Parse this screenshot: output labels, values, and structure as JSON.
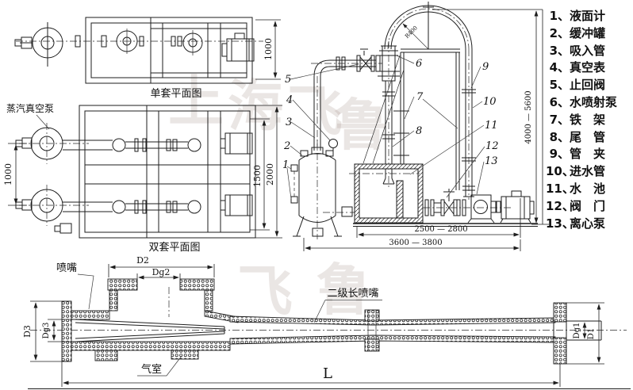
{
  "watermark": {
    "chars": [
      "上",
      "海",
      "飞",
      "鲁",
      "飞",
      "鲁"
    ]
  },
  "plan_single": {
    "title": "单套平面图",
    "dim_height": "1000"
  },
  "plan_double": {
    "title": "双套平面图",
    "equipment_label": "蒸汽真空泵",
    "dim_spacing": "1000",
    "dim_inner": "1500",
    "dim_outer": "2000"
  },
  "elevation": {
    "callouts": [
      "1",
      "2",
      "3",
      "4",
      "5",
      "6",
      "7",
      "8",
      "9",
      "10",
      "11",
      "12",
      "13"
    ],
    "radius_label": "R400",
    "dim_height": "4000 — 5600",
    "dim_width_inner": "2500 — 2800",
    "dim_width_outer": "3600 — 3800"
  },
  "nozzle_section": {
    "label_nozzle": "喷嘴",
    "label_second_stage": "二级长喷嘴",
    "label_air_chamber": "气室",
    "dim_d2": "D2",
    "dim_dg2": "Dg2",
    "dim_d3": "D3",
    "dim_dg3": "Dg3",
    "dim_dg1": "Dg1",
    "dim_d1": "D1",
    "dim_length": "L"
  },
  "legend": {
    "items": [
      {
        "num": "1、",
        "label": "液面计"
      },
      {
        "num": "2、",
        "label": "缓冲罐"
      },
      {
        "num": "3、",
        "label": "吸入管"
      },
      {
        "num": "4、",
        "label": "真空表"
      },
      {
        "num": "5、",
        "label": "止回阀"
      },
      {
        "num": "6、",
        "label": "水喷射泵"
      },
      {
        "num": "7、",
        "label": "铁　架"
      },
      {
        "num": "8、",
        "label": "尾　管"
      },
      {
        "num": "9、",
        "label": "管　夹"
      },
      {
        "num": "10、",
        "label": "进水管"
      },
      {
        "num": "11、",
        "label": "水　池"
      },
      {
        "num": "12、",
        "label": "阀　门"
      },
      {
        "num": "13、",
        "label": "离心泵"
      }
    ]
  }
}
